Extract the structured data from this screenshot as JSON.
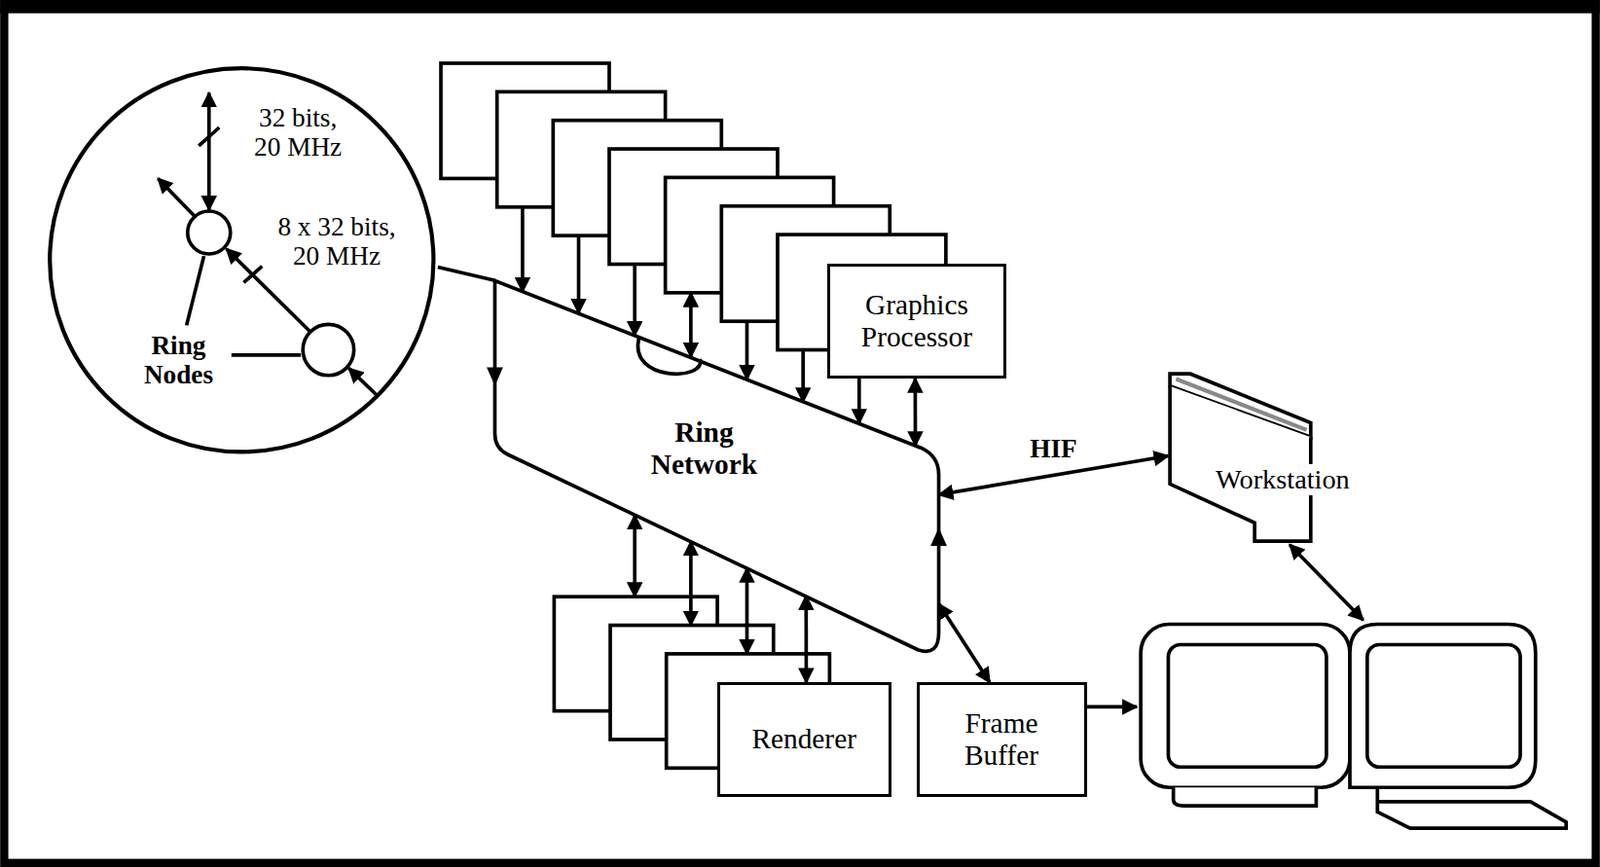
{
  "diagram": {
    "nodes": [
      {
        "text": [
          "32 bits, 20 MHz",
          "8 x 32 bits, 20 MHz",
          "Ring Nodes"
        ]
      },
      {
        "text": [
          "Graphics Processor"
        ]
      },
      {
        "text": [
          "Ring Network"
        ]
      },
      {
        "text": [
          "Workstation"
        ]
      },
      {
        "text": [
          "Renderer"
        ]
      },
      {
        "text": [
          "Frame Buffer"
        ]
      }
    ],
    "edges": [
      {
        "from": 0,
        "to": 2,
        "arrow": "none"
      },
      {
        "from": 1,
        "to": 2,
        "arrow": "both"
      },
      {
        "from": 2,
        "to": 3,
        "label": "HIF",
        "arrow": "both"
      },
      {
        "from": 4,
        "to": 2,
        "arrow": "both"
      },
      {
        "from": 5,
        "to": 2,
        "arrow": "both"
      }
    ]
  }
}
